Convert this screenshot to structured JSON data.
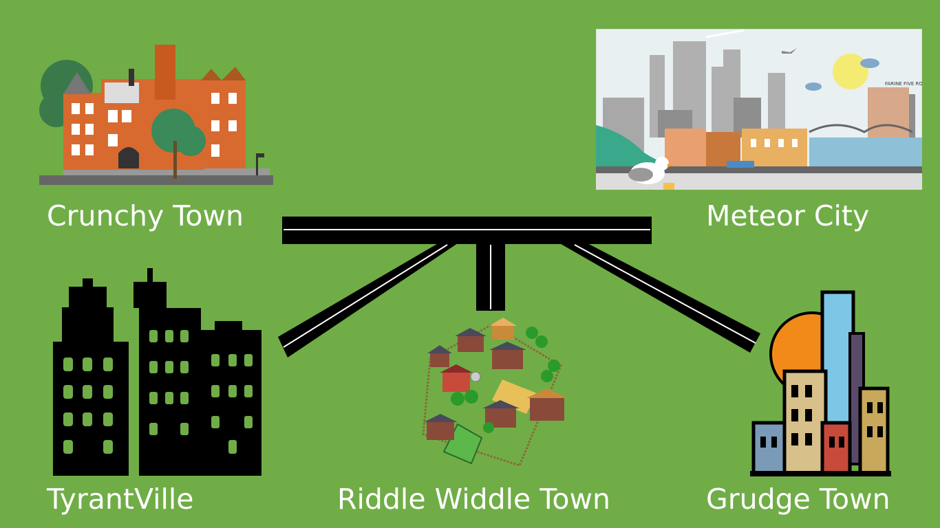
{
  "towns": {
    "crunchy": "Crunchy Town",
    "meteor": "Meteor City",
    "tyrant": "TyrantVille",
    "riddle": "Riddle Widdle Town",
    "grudge": "Grudge Town"
  },
  "skyline_sign": "FARINE FIVE ROSES",
  "colors": {
    "background": "#70ad47",
    "road": "#000000",
    "text": "#ffffff"
  }
}
